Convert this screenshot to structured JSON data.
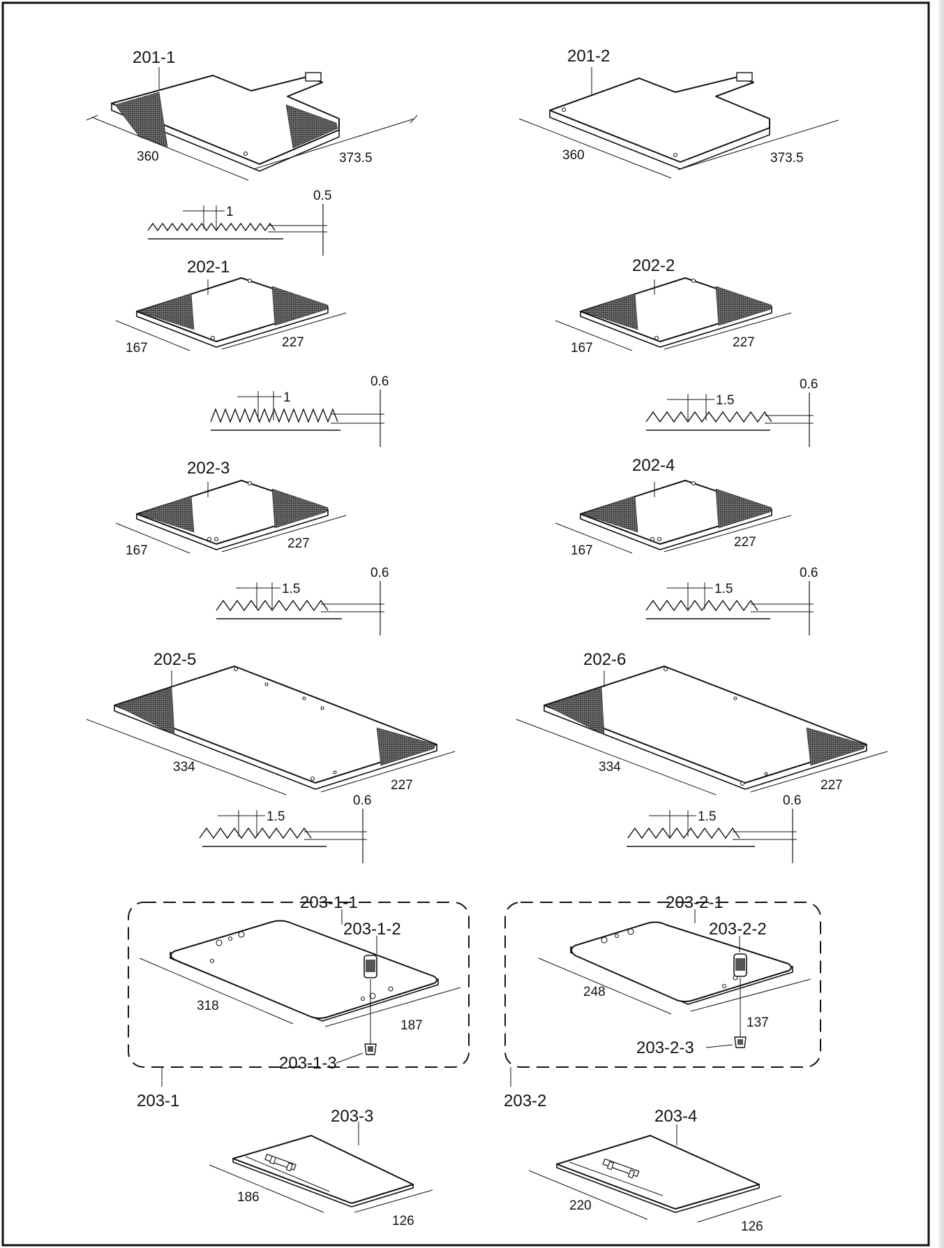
{
  "labels": {
    "p201_1": "201-1",
    "p201_2": "201-2",
    "p202_1": "202-1",
    "p202_2": "202-2",
    "p202_3": "202-3",
    "p202_4": "202-4",
    "p202_5": "202-5",
    "p202_6": "202-6",
    "p203_1": "203-1",
    "p203_2": "203-2",
    "p203_3": "203-3",
    "p203_4": "203-4",
    "p203_1_1": "203-1-1",
    "p203_1_2": "203-1-2",
    "p203_1_3": "203-1-3",
    "p203_2_1": "203-2-1",
    "p203_2_2": "203-2-2",
    "p203_2_3": "203-2-3"
  },
  "dims": {
    "p201_1": [
      "360",
      "373.5"
    ],
    "p201_2": [
      "360",
      "373.5"
    ],
    "p202_1": [
      "167",
      "227"
    ],
    "p202_2": [
      "167",
      "227"
    ],
    "p202_3": [
      "167",
      "227"
    ],
    "p202_4": [
      "167",
      "227"
    ],
    "p202_5": [
      "334",
      "227"
    ],
    "p202_6": [
      "334",
      "227"
    ],
    "p203_1": [
      "318",
      "187"
    ],
    "p203_2": [
      "248",
      "137"
    ],
    "p203_3": [
      "186",
      "126"
    ],
    "p203_4": [
      "220",
      "126"
    ]
  },
  "profiles": {
    "p201_1": {
      "pitch": "1",
      "height": "0.5"
    },
    "p202_1": {
      "pitch": "1",
      "height": "0.6"
    },
    "p202_2": {
      "pitch": "1.5",
      "height": "0.6"
    },
    "p202_3": {
      "pitch": "1.5",
      "height": "0.6"
    },
    "p202_4": {
      "pitch": "1.5",
      "height": "0.6"
    },
    "p202_5": {
      "pitch": "1.5",
      "height": "0.6"
    },
    "p202_6": {
      "pitch": "1.5",
      "height": "0.6"
    }
  }
}
